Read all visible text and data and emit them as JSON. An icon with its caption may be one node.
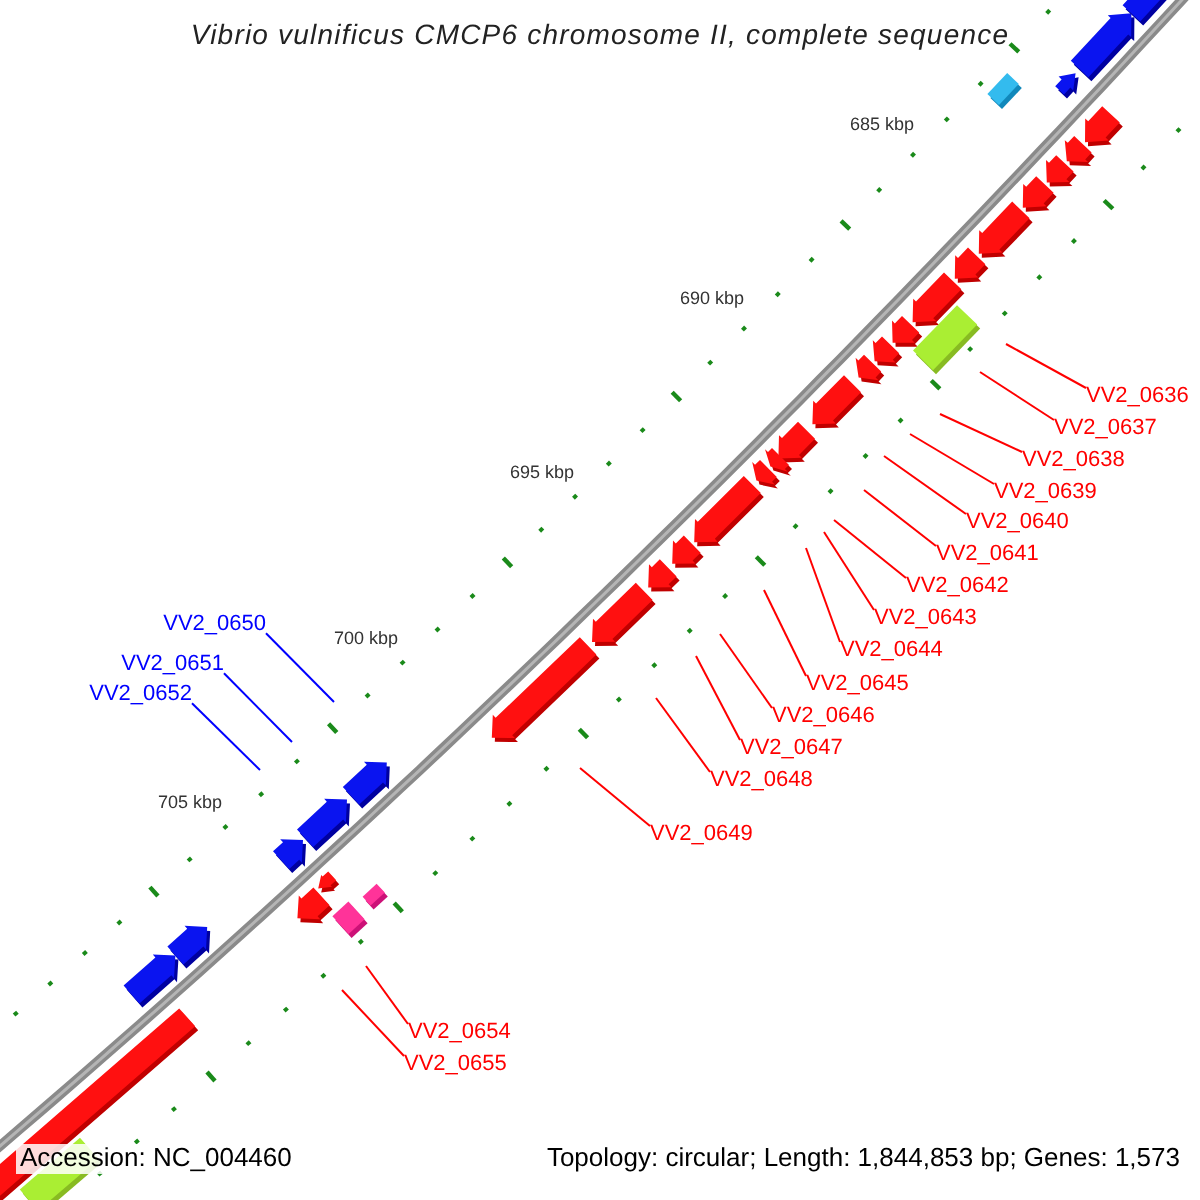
{
  "diagram": {
    "title": "Vibrio vulnificus CMCP6 chromosome II, complete sequence",
    "nodes": [
      {
        "text": [
          "VV2_0636"
        ]
      },
      {
        "text": [
          "VV2_0637"
        ]
      },
      {
        "text": [
          "VV2_0638"
        ]
      },
      {
        "text": [
          "VV2_0639"
        ]
      },
      {
        "text": [
          "VV2_0640"
        ]
      },
      {
        "text": [
          "VV2_0641"
        ]
      },
      {
        "text": [
          "VV2_0642"
        ]
      },
      {
        "text": [
          "VV2_0643"
        ]
      },
      {
        "text": [
          "VV2_0644"
        ]
      },
      {
        "text": [
          "VV2_0645"
        ]
      },
      {
        "text": [
          "VV2_0646"
        ]
      },
      {
        "text": [
          "VV2_0647"
        ]
      },
      {
        "text": [
          "VV2_0648"
        ]
      },
      {
        "text": [
          "VV2_0649"
        ]
      },
      {
        "text": [
          "VV2_0650"
        ]
      },
      {
        "text": [
          "VV2_0651"
        ]
      },
      {
        "text": [
          "VV2_0652"
        ]
      },
      {
        "text": [
          "VV2_0654"
        ]
      },
      {
        "text": [
          "VV2_0655"
        ]
      }
    ],
    "edges": [
      {
        "from": 0,
        "to": null,
        "arrow": "none"
      },
      {
        "from": 1,
        "to": null,
        "arrow": "none"
      },
      {
        "from": 2,
        "to": null,
        "arrow": "none"
      },
      {
        "from": 3,
        "to": null,
        "arrow": "none"
      },
      {
        "from": 4,
        "to": null,
        "arrow": "none"
      },
      {
        "from": 5,
        "to": null,
        "arrow": "none"
      },
      {
        "from": 6,
        "to": null,
        "arrow": "none"
      },
      {
        "from": 7,
        "to": null,
        "arrow": "none"
      },
      {
        "from": 8,
        "to": null,
        "arrow": "none"
      },
      {
        "from": 9,
        "to": null,
        "arrow": "none"
      },
      {
        "from": 10,
        "to": null,
        "arrow": "none"
      },
      {
        "from": 11,
        "to": null,
        "arrow": "none"
      },
      {
        "from": 12,
        "to": null,
        "arrow": "none"
      },
      {
        "from": 13,
        "to": null,
        "arrow": "none"
      },
      {
        "from": 14,
        "to": null,
        "arrow": "none",
        "color": "#0000ff"
      },
      {
        "from": 15,
        "to": null,
        "arrow": "none",
        "color": "#0000ff"
      },
      {
        "from": 16,
        "to": null,
        "arrow": "none",
        "color": "#0000ff"
      },
      {
        "from": 17,
        "to": null,
        "arrow": "none"
      },
      {
        "from": 18,
        "to": null,
        "arrow": "none"
      }
    ],
    "labels": [
      "685 kbp",
      "690 kbp",
      "695 kbp",
      "700 kbp",
      "705 kbp",
      "Accession: NC_004460",
      "Topology: circular; Length: 1,844,853 bp; Genes: 1,573"
    ]
  }
}
